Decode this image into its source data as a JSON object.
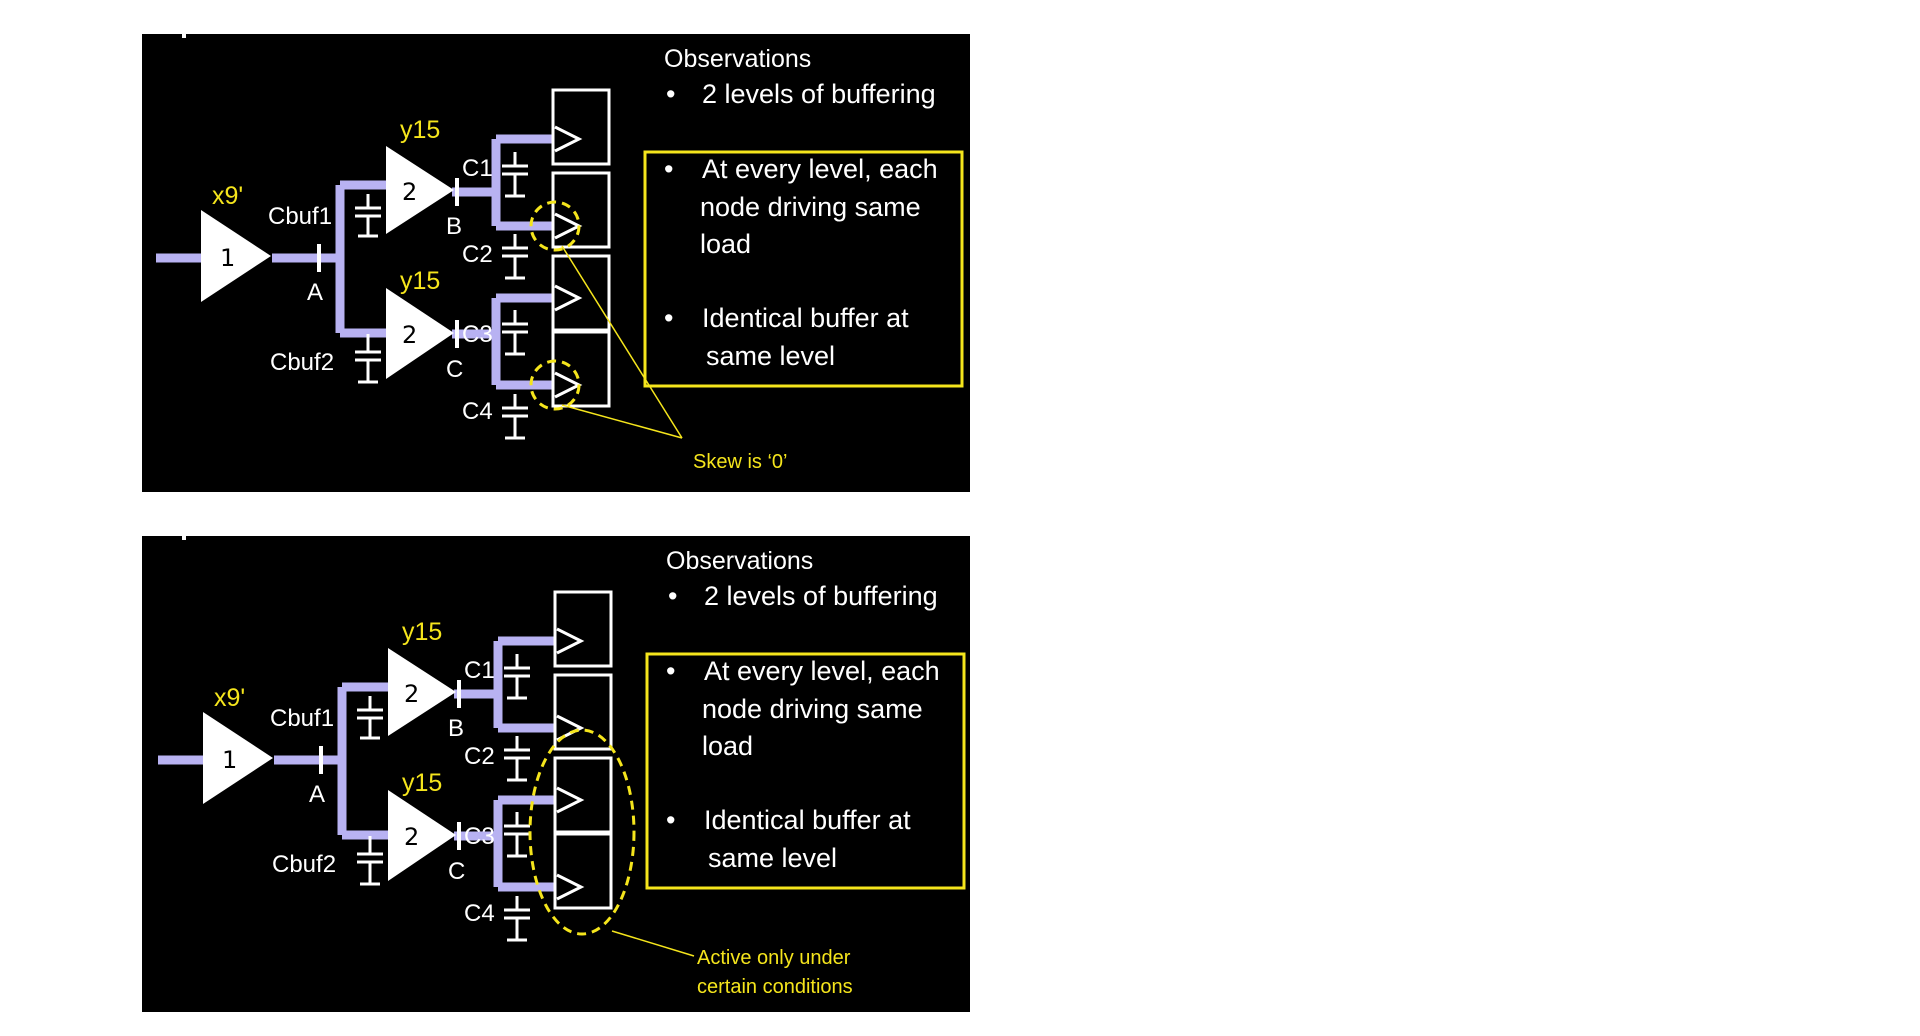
{
  "colors": {
    "background": "#000000",
    "wire": "#b8b2f2",
    "highlight": "#f5e51c",
    "text": "#ffffff"
  },
  "slides": [
    {
      "circuit": {
        "buffer_root_label": "x9'",
        "buffer_root_num": "1",
        "buffer_level2_label_top": "y15",
        "buffer_level2_label_bottom": "y15",
        "buffer_level2_num_top": "2",
        "buffer_level2_num_bottom": "2",
        "node_a": "A",
        "node_b": "B",
        "node_c": "C",
        "cbuf1": "Cbuf1",
        "cbuf2": "Cbuf2",
        "c1": "C1",
        "c2": "C2",
        "c3": "C3",
        "c4": "C4"
      },
      "observations": {
        "heading": "Observations",
        "bullet": "•",
        "item1": "2 levels of buffering",
        "boxed_item1_line1": "At every level, each",
        "boxed_item1_line2": "node driving same",
        "boxed_item1_line3": "load",
        "boxed_item2_line1": "Identical buffer at",
        "boxed_item2_line2": "same level"
      },
      "annotation": {
        "line1": "Skew is ‘0’"
      }
    },
    {
      "circuit": {
        "buffer_root_label": "x9'",
        "buffer_root_num": "1",
        "buffer_level2_label_top": "y15",
        "buffer_level2_label_bottom": "y15",
        "buffer_level2_num_top": "2",
        "buffer_level2_num_bottom": "2",
        "node_a": "A",
        "node_b": "B",
        "node_c": "C",
        "cbuf1": "Cbuf1",
        "cbuf2": "Cbuf2",
        "c1": "C1",
        "c2": "C2",
        "c3": "C3",
        "c4": "C4"
      },
      "observations": {
        "heading": "Observations",
        "bullet": "•",
        "item1": "2 levels of buffering",
        "boxed_item1_line1": "At every level, each",
        "boxed_item1_line2": "node driving same",
        "boxed_item1_line3": "load",
        "boxed_item2_line1": "Identical buffer at",
        "boxed_item2_line2": "same level"
      },
      "annotation": {
        "line1": "Active only under",
        "line2": "certain conditions"
      }
    }
  ]
}
